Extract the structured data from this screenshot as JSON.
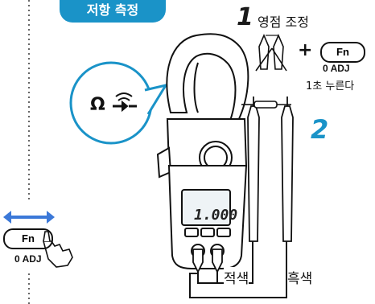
{
  "section": {
    "title": "저항 측정"
  },
  "step1": {
    "number": "1",
    "label": "영점 조정"
  },
  "plus_sign": "+",
  "fn_key": {
    "label": "Fn",
    "sub": "0 ADJ"
  },
  "press_instruction": "1초 누른다",
  "step2": {
    "number": "2"
  },
  "side_fn_key": {
    "label": "Fn",
    "sub": "0 ADJ"
  },
  "lead_labels": {
    "red": "적색",
    "black": "흑색"
  },
  "mode_symbol": "Ω",
  "display_reading": "1.000",
  "icons": [
    "dotted-guide-line",
    "double-arrow-icon",
    "hand-press-icon",
    "test-leads-icon",
    "continuity-buzzer-icon",
    "clamp-meter-icon"
  ],
  "colors": {
    "accent": "#1a93c8",
    "ink": "#111111",
    "arrow": "#3b78d8"
  }
}
